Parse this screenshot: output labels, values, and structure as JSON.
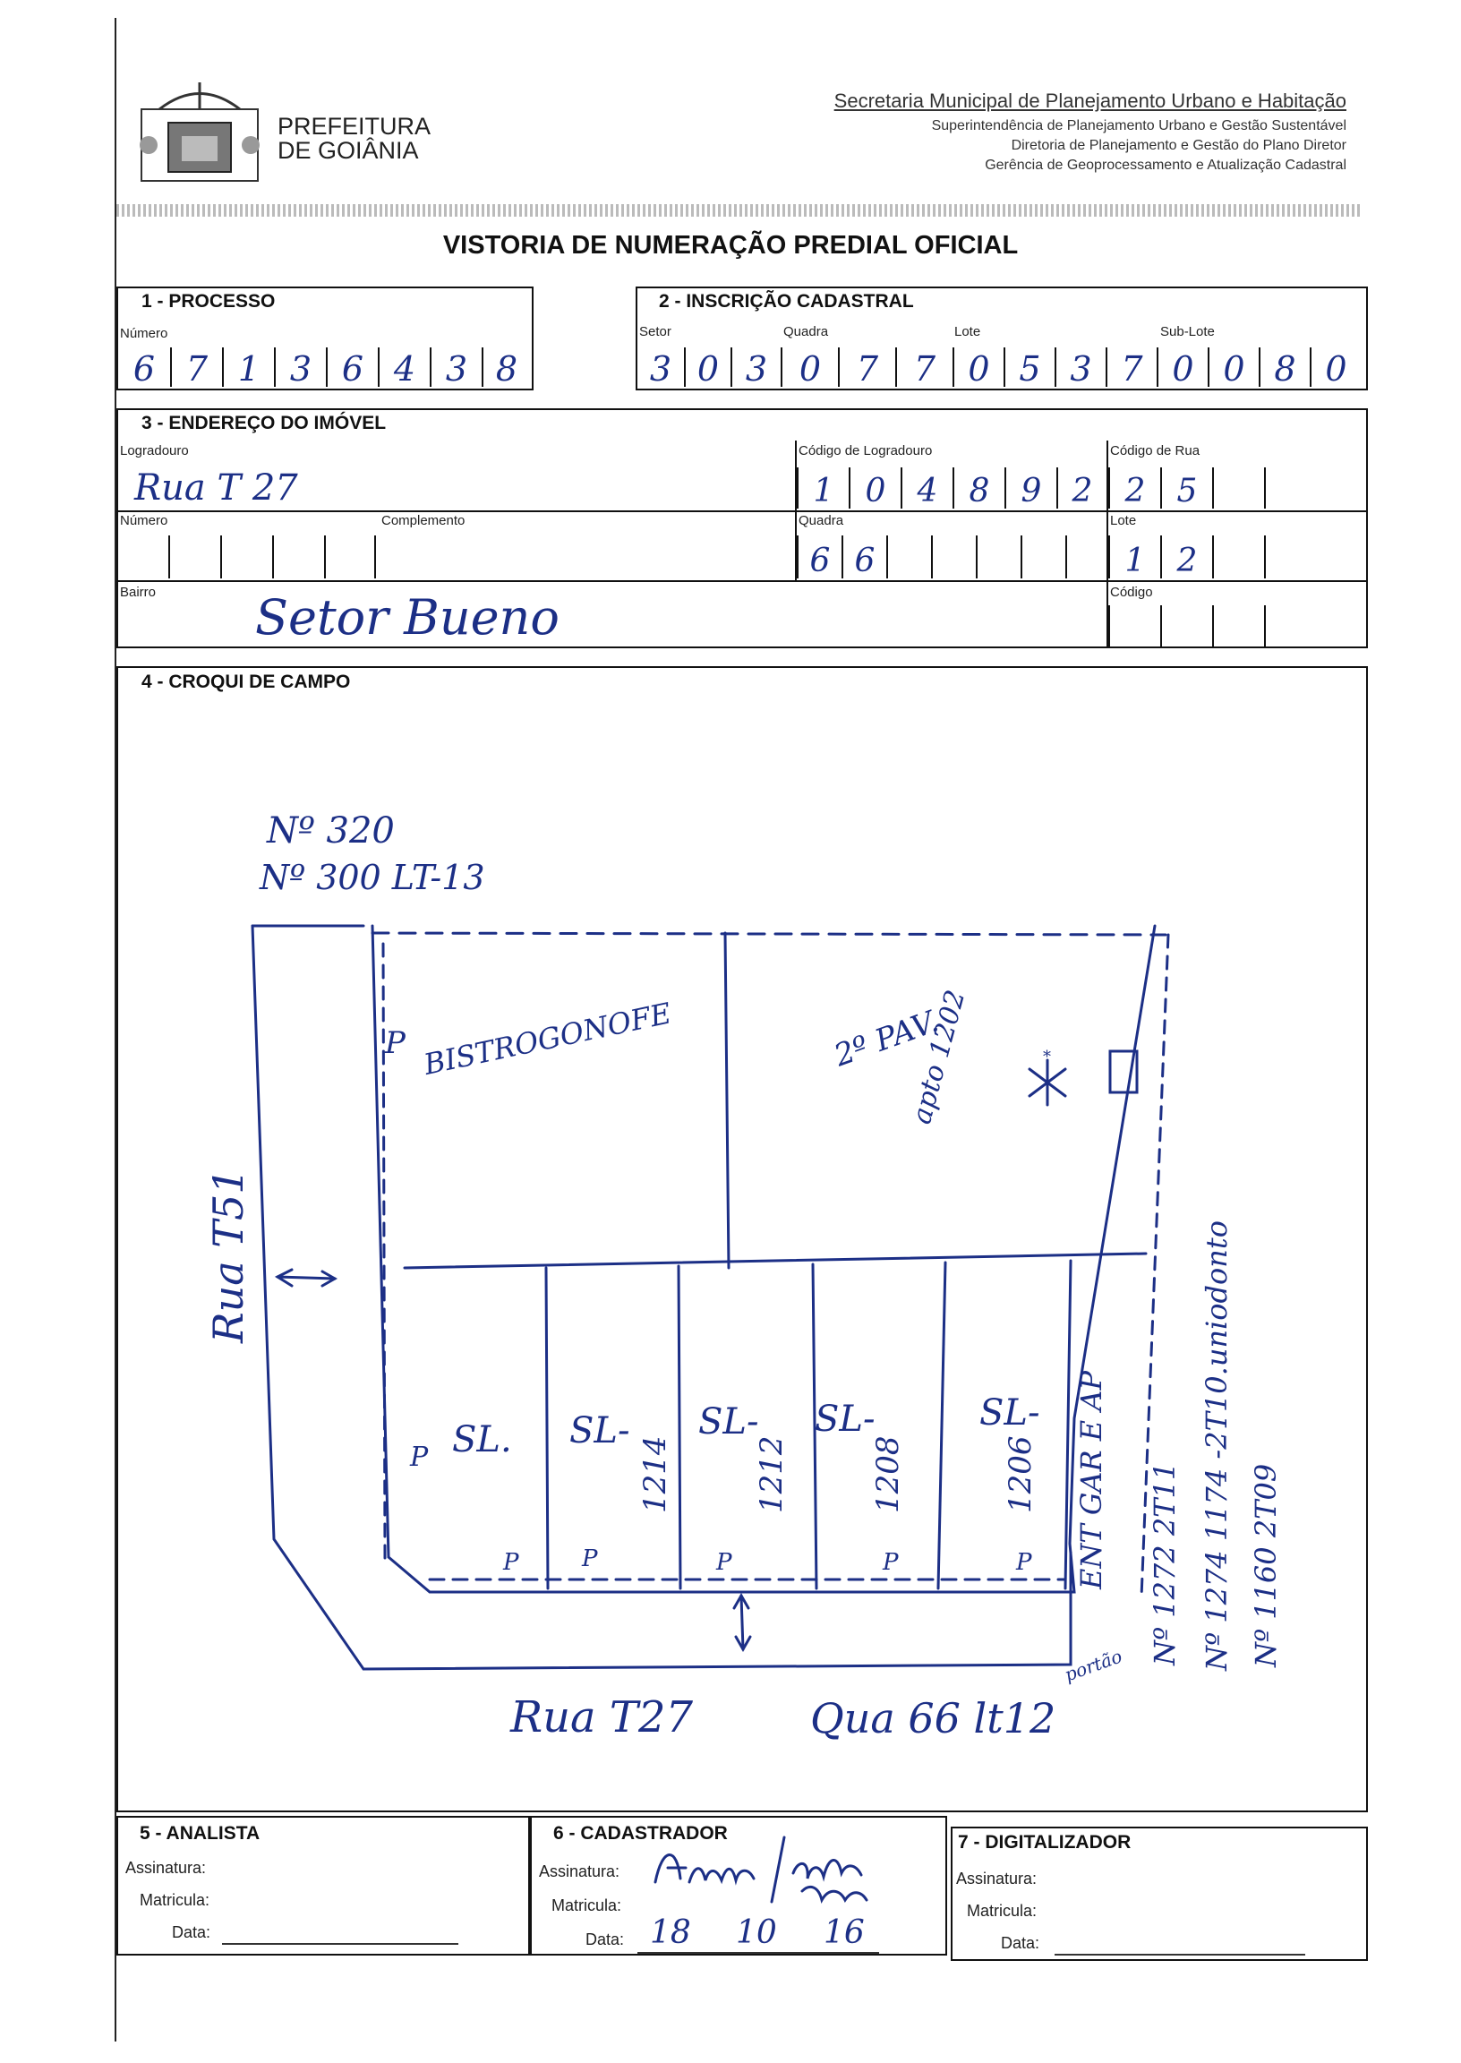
{
  "header": {
    "org_line1": "PREFEITURA",
    "org_line2": "DE GOIÂNIA",
    "secretaria": "Secretaria Municipal de Planejamento Urbano e Habitação",
    "superintendencia": "Superintendência de Planejamento Urbano e Gestão Sustentável",
    "diretoria": "Diretoria de Planejamento e Gestão do Plano Diretor",
    "gerencia": "Gerência de Geoprocessamento e Atualização Cadastral",
    "form_title": "VISTORIA DE NUMERAÇÃO PREDIAL OFICIAL"
  },
  "processo": {
    "title": "1 - PROCESSO",
    "numero_label": "Número",
    "digits": [
      "6",
      "7",
      "1",
      "3",
      "6",
      "4",
      "3",
      "8"
    ]
  },
  "inscricao": {
    "title": "2 - INSCRIÇÃO CADASTRAL",
    "setor_label": "Setor",
    "quadra_label": "Quadra",
    "lote_label": "Lote",
    "sublote_label": "Sub-Lote",
    "setor_digits": [
      "3",
      "0",
      "3"
    ],
    "quadra_digits": [
      "0",
      "7",
      "7"
    ],
    "lote_digits": [
      "0",
      "5",
      "3",
      "7"
    ],
    "sublote_digits": [
      "0",
      "0",
      "8",
      "0"
    ]
  },
  "endereco": {
    "title": "3 - ENDEREÇO DO IMÓVEL",
    "logradouro_label": "Logradouro",
    "logradouro_value": "Rua T 27",
    "codigo_logradouro_label": "Código de Logradouro",
    "codigo_logradouro_digits": [
      "1",
      "0",
      "4",
      "8",
      "9",
      "2"
    ],
    "codigo_rua_label": "Código de Rua",
    "codigo_rua_digits": [
      "2",
      "5",
      "",
      ""
    ],
    "numero_label": "Número",
    "complemento_label": "Complemento",
    "quadra_label": "Quadra",
    "quadra_digits": [
      "6",
      "6",
      "",
      "",
      "",
      "",
      ""
    ],
    "lote_label": "Lote",
    "lote_digits": [
      "1",
      "2",
      "",
      ""
    ],
    "bairro_label": "Bairro",
    "bairro_value": "Setor Bueno",
    "codigo_label": "Código"
  },
  "croqui": {
    "title": "4 - CROQUI DE CAMPO",
    "note_1": "Nº 320",
    "note_2": "Nº 300 LT-13",
    "bistro": "BISTROGONOFE",
    "andar": "2º PAV.",
    "apto": "apto 1202",
    "star": "*",
    "rua_left": "Rua T51",
    "p1": "P",
    "p2": "P",
    "salas": [
      {
        "label": "SL.",
        "num": ""
      },
      {
        "label": "SL-",
        "num": "1214"
      },
      {
        "label": "SL-",
        "num": "1212"
      },
      {
        "label": "SL-",
        "num": "1208"
      },
      {
        "label": "SL-",
        "num": "1206"
      }
    ],
    "p_bottom": [
      "P",
      "P",
      "P",
      "P",
      "P"
    ],
    "ent_gar": "ENT GAR E AP",
    "portao": "portão",
    "rua_bottom": "Rua T27",
    "rua_66": "Qua 66 lt12",
    "right_n1": "Nº 1272 2T11",
    "right_n2": "Nº 1274 1174 -2T10.uniodonto",
    "right_n3": "Nº 1160 2T09"
  },
  "analista": {
    "title": "5 - ANALISTA",
    "assinatura_label": "Assinatura:",
    "matricula_label": "Matricula:",
    "data_label": "Data:"
  },
  "cadastrador": {
    "title": "6 - CADASTRADOR",
    "assinatura_label": "Assinatura:",
    "matricula_label": "Matricula:",
    "data_label": "Data:",
    "data_day": "18",
    "data_month": "10",
    "data_year": "16"
  },
  "digitalizador": {
    "title": "7 - DIGITALIZADOR",
    "assinatura_label": "Assinatura:",
    "matricula_label": "Matricula:",
    "data_label": "Data:"
  }
}
